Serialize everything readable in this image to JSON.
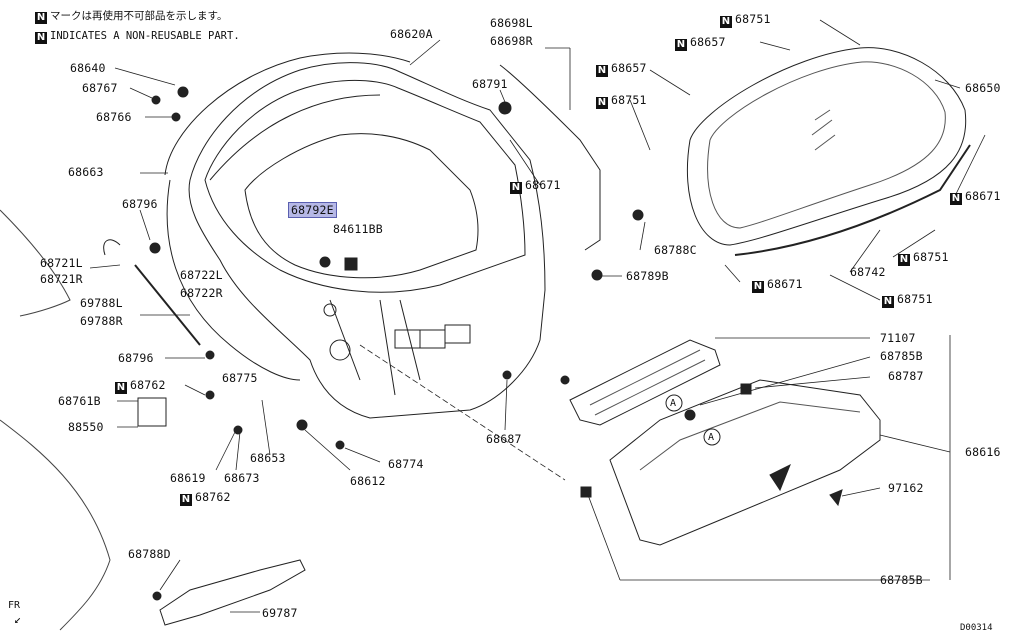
{
  "legend": {
    "badge": "N",
    "line_jp": "マークは再使用不可部品を示します。",
    "line_en": "INDICATES A NON-REUSABLE PART."
  },
  "diagram_code": "D00314",
  "direction_label": "FR",
  "highlighted_part": "68792E",
  "labels": [
    {
      "id": "68620A",
      "text": "68620A"
    },
    {
      "id": "68698L",
      "text": "68698L"
    },
    {
      "id": "68698R",
      "text": "68698R"
    },
    {
      "id": "68640",
      "text": "68640"
    },
    {
      "id": "68767",
      "text": "68767"
    },
    {
      "id": "68766",
      "text": "68766"
    },
    {
      "id": "68663",
      "text": "68663"
    },
    {
      "id": "68791",
      "text": "68791"
    },
    {
      "id": "68671a",
      "text": "68671",
      "n": true
    },
    {
      "id": "68796a",
      "text": "68796"
    },
    {
      "id": "68792E",
      "text": "68792E"
    },
    {
      "id": "84611BB",
      "text": "84611BB"
    },
    {
      "id": "68721L",
      "text": "68721L"
    },
    {
      "id": "68721R",
      "text": "68721R"
    },
    {
      "id": "68722L",
      "text": "68722L"
    },
    {
      "id": "68722R",
      "text": "68722R"
    },
    {
      "id": "69788L",
      "text": "69788L"
    },
    {
      "id": "69788R",
      "text": "69788R"
    },
    {
      "id": "68796b",
      "text": "68796"
    },
    {
      "id": "68762a",
      "text": "68762",
      "n": true
    },
    {
      "id": "68775",
      "text": "68775"
    },
    {
      "id": "68761B",
      "text": "68761B"
    },
    {
      "id": "88550",
      "text": "88550"
    },
    {
      "id": "68619",
      "text": "68619"
    },
    {
      "id": "68673",
      "text": "68673"
    },
    {
      "id": "68653",
      "text": "68653"
    },
    {
      "id": "68762b",
      "text": "68762",
      "n": true
    },
    {
      "id": "68612",
      "text": "68612"
    },
    {
      "id": "68774",
      "text": "68774"
    },
    {
      "id": "68687",
      "text": "68687"
    },
    {
      "id": "68788D",
      "text": "68788D"
    },
    {
      "id": "69787",
      "text": "69787"
    },
    {
      "id": "68788C",
      "text": "68788C"
    },
    {
      "id": "68789B",
      "text": "68789B"
    },
    {
      "id": "68751a",
      "text": "68751",
      "n": true
    },
    {
      "id": "68657a",
      "text": "68657",
      "n": true
    },
    {
      "id": "68657b",
      "text": "68657",
      "n": true
    },
    {
      "id": "68751b",
      "text": "68751",
      "n": true
    },
    {
      "id": "68650",
      "text": "68650"
    },
    {
      "id": "68671b",
      "text": "68671",
      "n": true
    },
    {
      "id": "68751c",
      "text": "68751",
      "n": true
    },
    {
      "id": "68742",
      "text": "68742"
    },
    {
      "id": "68671c",
      "text": "68671",
      "n": true
    },
    {
      "id": "68751d",
      "text": "68751",
      "n": true
    },
    {
      "id": "71107",
      "text": "71107"
    },
    {
      "id": "68785B_top",
      "text": "68785B"
    },
    {
      "id": "68787",
      "text": "68787"
    },
    {
      "id": "68616",
      "text": "68616"
    },
    {
      "id": "97162",
      "text": "97162"
    },
    {
      "id": "68785B_bottom",
      "text": "68785B"
    },
    {
      "id": "callout_A1",
      "text": "A"
    },
    {
      "id": "callout_A2",
      "text": "A"
    }
  ]
}
